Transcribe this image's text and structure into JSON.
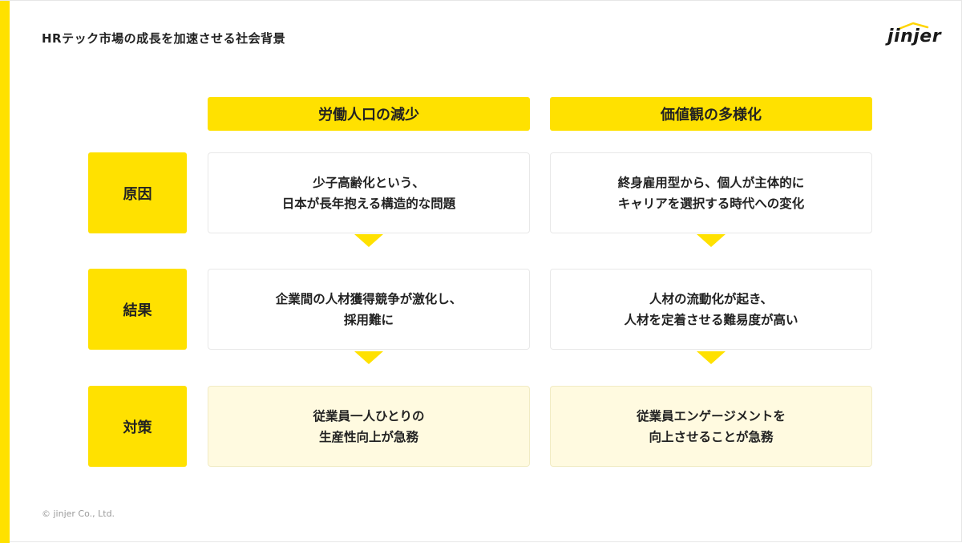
{
  "header": {
    "title": "HRテック市場の成長を加速させる社会背景",
    "logo_text": "jinjer"
  },
  "columns": [
    {
      "label": "労働人口の減少"
    },
    {
      "label": "価値観の多様化"
    }
  ],
  "rows": [
    {
      "label": "原因"
    },
    {
      "label": "結果"
    },
    {
      "label": "対策"
    }
  ],
  "cells": {
    "cause": [
      {
        "line1": "少子高齢化という、",
        "line2": "日本が長年抱える構造的な問題"
      },
      {
        "line1": "終身雇用型から、個人が主体的に",
        "line2": "キャリアを選択する時代への変化"
      }
    ],
    "result": [
      {
        "line1": "企業間の人材獲得競争が激化し、",
        "line2": "採用難に"
      },
      {
        "line1": "人材の流動化が起き、",
        "line2": "人材を定着させる難易度が高い"
      }
    ],
    "measure": [
      {
        "line1": "従業員一人ひとりの",
        "line2": "生産性向上が急務"
      },
      {
        "line1": "従業員エンゲージメントを",
        "line2": "向上させることが急務"
      }
    ]
  },
  "footer": {
    "copyright": "© jinjer Co., Ltd."
  },
  "colors": {
    "accent": "#ffe100",
    "light_cell": "#fffae0",
    "text": "#222222"
  }
}
